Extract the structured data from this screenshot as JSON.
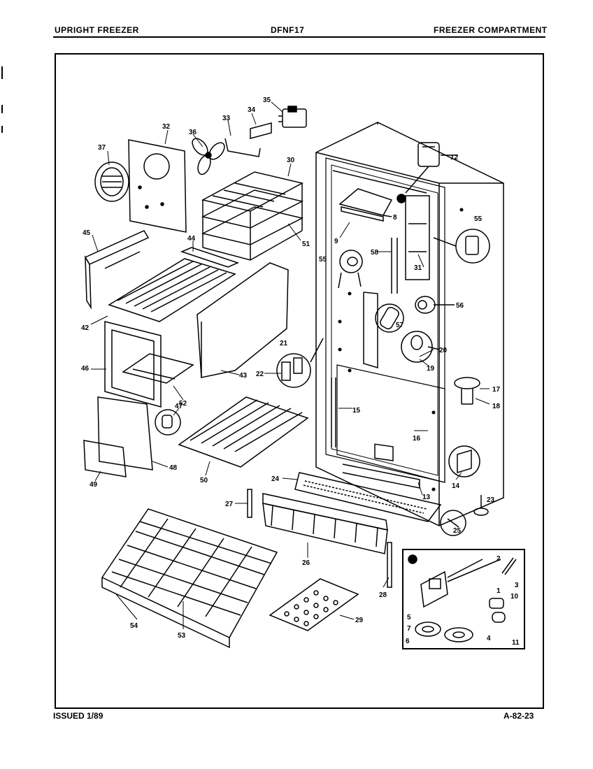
{
  "header": {
    "left": "UPRIGHT FREEZER",
    "center": "DFNF17",
    "right": "FREEZER COMPARTMENT"
  },
  "footer": {
    "left": "ISSUED 1/89",
    "right": "A-82-23"
  },
  "callouts": {
    "c1": "1",
    "c2": "2",
    "c3": "3",
    "c4": "4",
    "c5": "5",
    "c6": "6",
    "c7": "7",
    "c8": "8",
    "c9": "9",
    "c10": "10",
    "c11": "11",
    "c12": "12",
    "c13": "13",
    "c14": "14",
    "c15": "15",
    "c16": "16",
    "c17": "17",
    "c18": "18",
    "c19": "19",
    "c20": "20",
    "c21": "21",
    "c22": "22",
    "c23": "23",
    "c24": "24",
    "c25": "25",
    "c26": "26",
    "c27": "27",
    "c28": "28",
    "c29": "29",
    "c30": "30",
    "c31": "31",
    "c32": "32",
    "c33": "33",
    "c34": "34",
    "c35": "35",
    "c36": "36",
    "c37": "37",
    "c42": "42",
    "c43": "43",
    "c44": "44",
    "c45": "45",
    "c46": "46",
    "c47": "47",
    "c48": "48",
    "c49": "49",
    "c50": "50",
    "c51": "51",
    "c52": "52",
    "c53": "53",
    "c54": "54",
    "c55a": "55",
    "c55b": "55",
    "c56": "56",
    "c57": "57",
    "c58": "58"
  }
}
